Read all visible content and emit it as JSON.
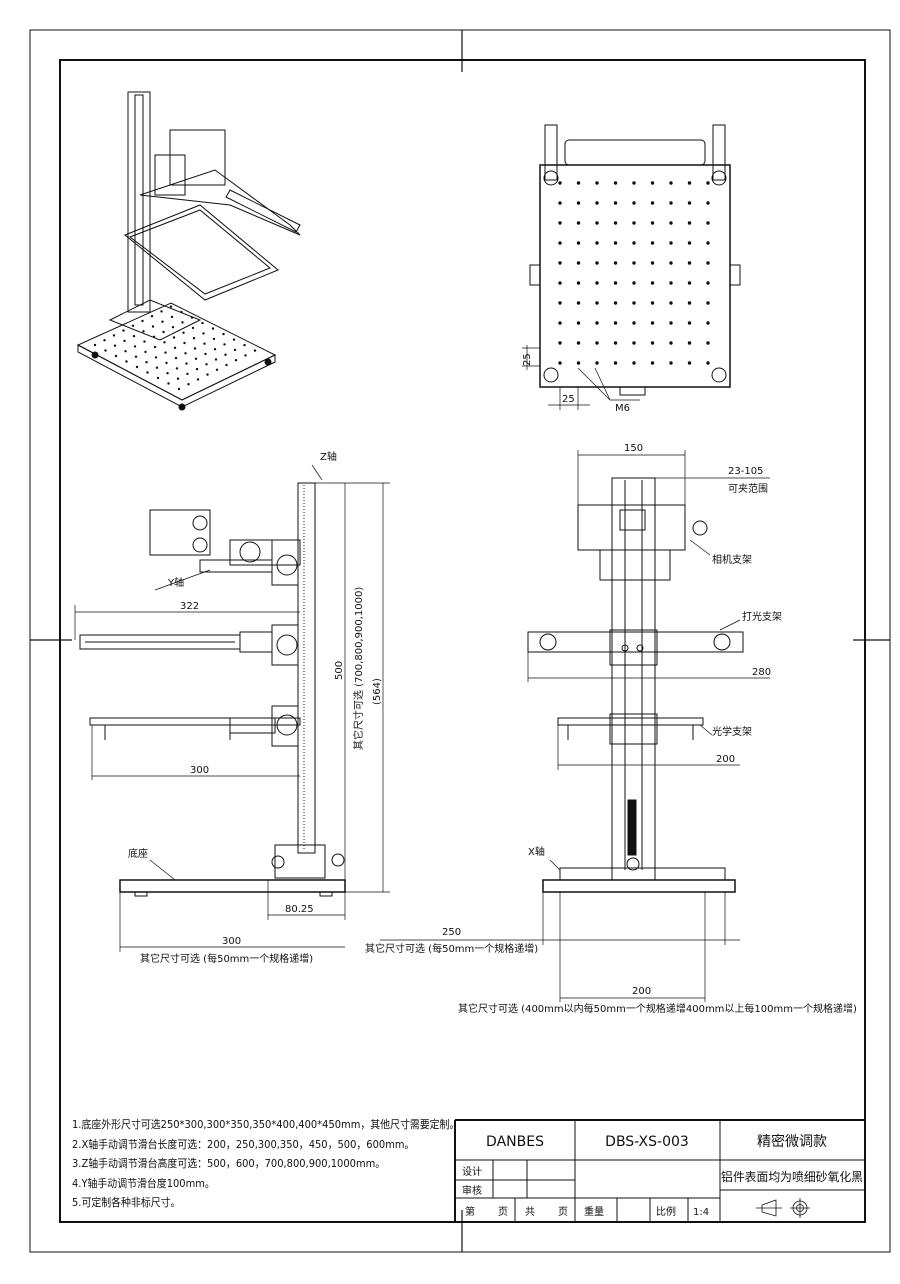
{
  "notes": [
    "1.底座外形尺寸可选250*300,300*350,350*400,400*450mm，其他尺寸需要定制。",
    "2.X轴手动调节滑台长度可选：200，250,300,350，450，500，600mm。",
    "3.Z轴手动调节滑台高度可选：500，600，700,800,900,1000mm。",
    "4.Y轴手动调节滑台度100mm。",
    "5.可定制各种非标尺寸。"
  ],
  "title_block": {
    "company": "DANBES",
    "drawing_no": "DBS-XS-003",
    "product_name": "精密微调款",
    "surface_note": "铝件表面均为喷细砂氧化黑",
    "design_label": "设计",
    "review_label": "审核",
    "page_label": "第",
    "page_unit": "页",
    "total_label": "共",
    "total_unit": "页",
    "weight_label": "重量",
    "scale_label": "比例",
    "scale_value": "1:4"
  },
  "plan_view": {
    "dim_y": "25",
    "dim_x": "25",
    "hole_label": "M6"
  },
  "side_view": {
    "z_axis": "Z轴",
    "y_axis": "Y轴",
    "base": "底座",
    "dim_322": "322",
    "dim_500": "500",
    "dim_options": "其它尺寸可选 (700,800,900,1000)",
    "dim_564": "(564)",
    "dim_300_arm": "300",
    "dim_80": "80.25",
    "dim_300_base": "300",
    "base_note": "其它尺寸可选 (每50mm一个规格递增)"
  },
  "front_view": {
    "dim_150": "150",
    "dim_clamp": "23-105",
    "clamp_label": "可夹范围",
    "camera_mount": "相机支架",
    "light_mount": "打光支架",
    "dim_280": "280",
    "optical_mount": "光学支架",
    "dim_200_arm": "200",
    "x_axis": "X轴",
    "dim_250": "250",
    "note_250": "其它尺寸可选 (每50mm一个规格递增)",
    "dim_200_base": "200",
    "note_200": "其它尺寸可选 (400mm以内每50mm一个规格递增400mm以上每100mm一个规格递增)"
  }
}
